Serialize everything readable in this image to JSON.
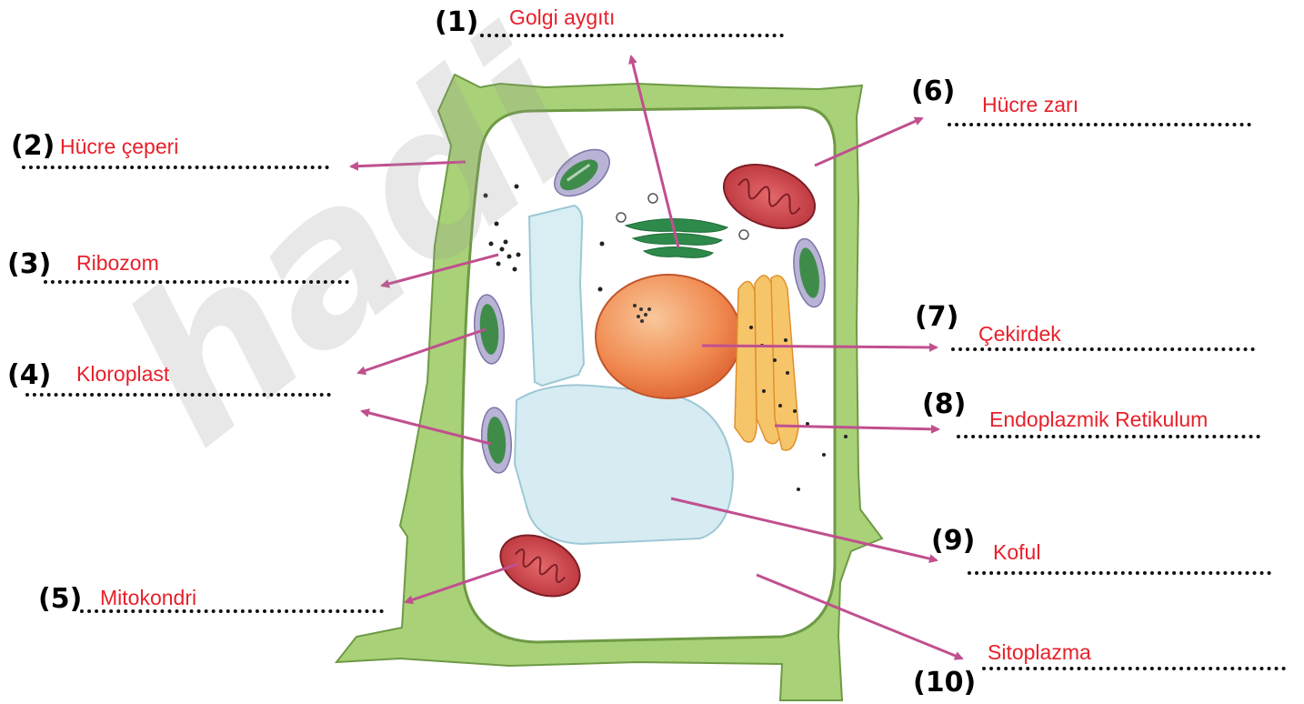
{
  "colors": {
    "label": "#e8202a",
    "arrow": "#c0508f",
    "wall": "#9dc96b",
    "wall_edge": "#6e9a45",
    "watermark": "#9a9a9a"
  },
  "watermark": {
    "text": "hadi"
  },
  "labels": [
    {
      "id": "golgi",
      "number": "(1)",
      "text": "Golgi aygıtı"
    },
    {
      "id": "cell-wall",
      "number": "(2)",
      "text": "Hücre çeperi"
    },
    {
      "id": "ribosome",
      "number": "(3)",
      "text": "Ribozom"
    },
    {
      "id": "chloroplast",
      "number": "(4)",
      "text": "Kloroplast"
    },
    {
      "id": "mitochondria",
      "number": "(5)",
      "text": "Mitokondri"
    },
    {
      "id": "cell-membrane",
      "number": "(6)",
      "text": "Hücre zarı"
    },
    {
      "id": "nucleus",
      "number": "(7)",
      "text": "Çekirdek"
    },
    {
      "id": "er",
      "number": "(8)",
      "text": "Endoplazmik Retikulum"
    },
    {
      "id": "vacuole",
      "number": "(9)",
      "text": "Koful"
    },
    {
      "id": "cytoplasm",
      "number": "(10)",
      "text": "Sitoplazma"
    }
  ]
}
